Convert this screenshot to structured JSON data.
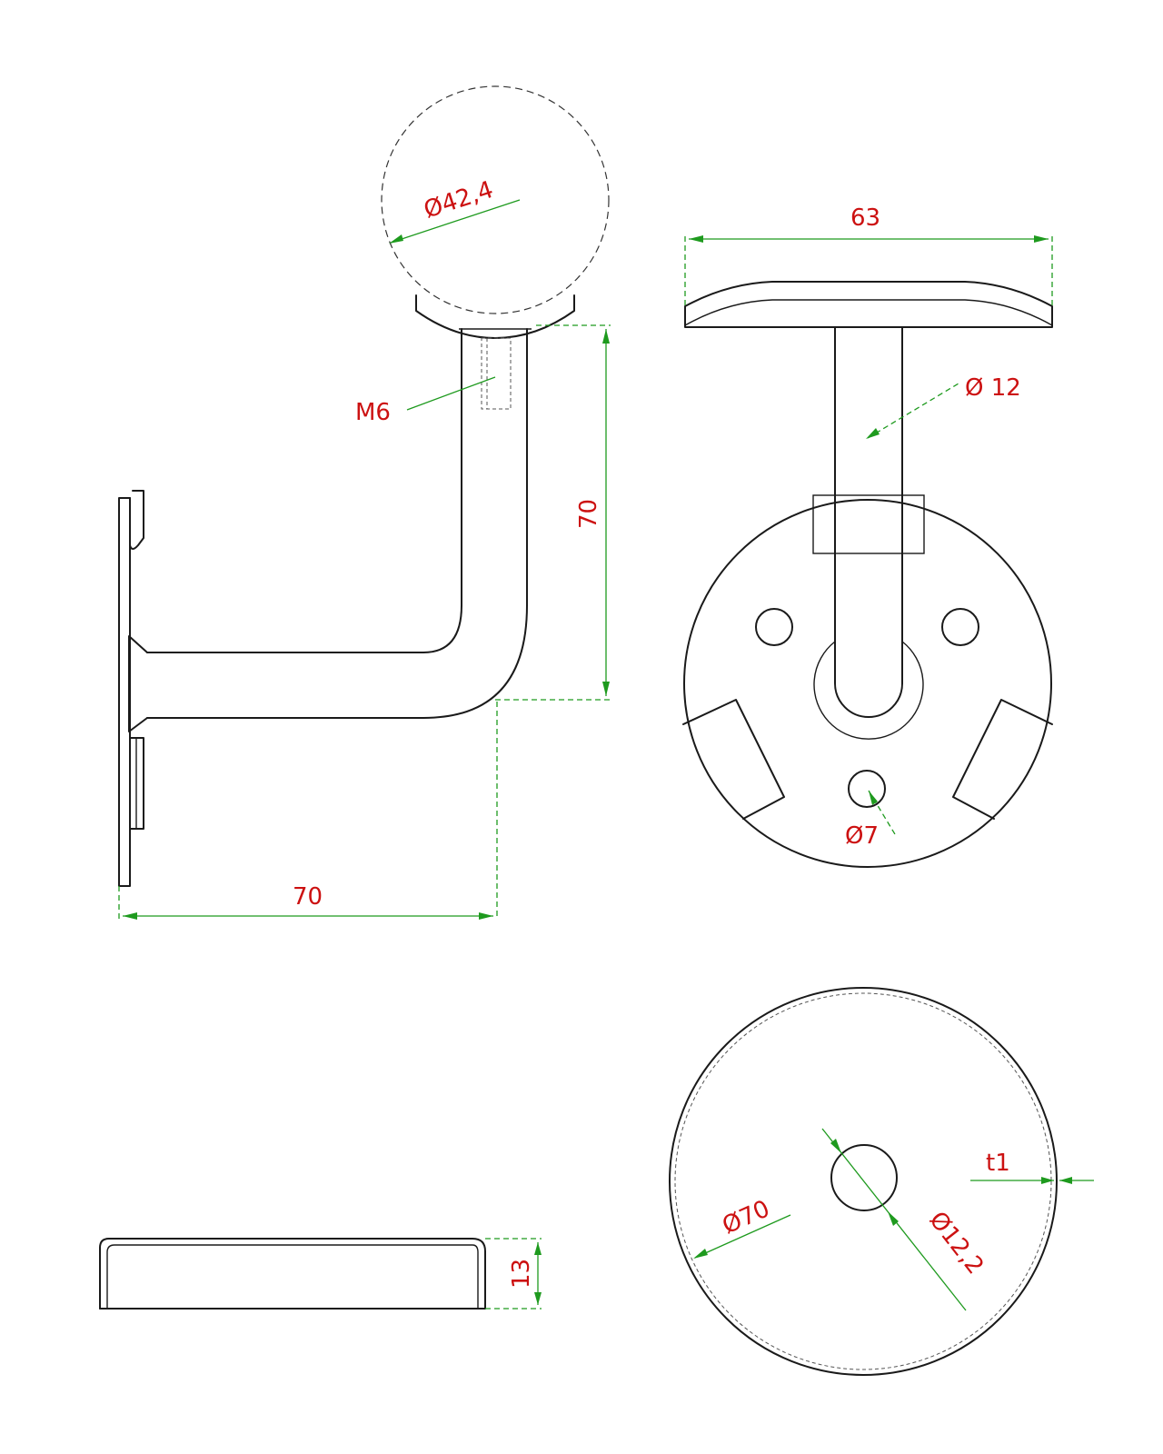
{
  "dimensions": {
    "tube_diameter": "Ø42,4",
    "thread": "M6",
    "height": "70",
    "projection": "70",
    "saddle_width": "63",
    "rod_diameter": "Ø 12",
    "screw_hole": "Ø7",
    "cover_height": "13",
    "cover_diameter": "Ø70",
    "cover_hole": "Ø12,2",
    "cover_thickness": "t1"
  },
  "colors": {
    "outline": "#1a1a1a",
    "dimension_line": "#1e9a1e",
    "dimension_text": "#cc1111"
  }
}
